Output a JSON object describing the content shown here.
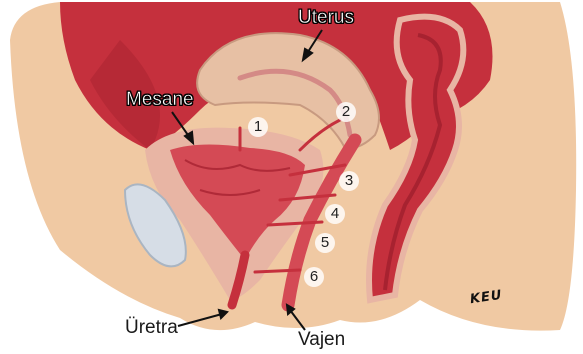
{
  "labels": {
    "uterus": "Uterus",
    "bladder": "Mesane",
    "urethra": "Üretra",
    "vagina": "Vajen"
  },
  "numbers": [
    "1",
    "2",
    "3",
    "4",
    "5",
    "6"
  ],
  "signature": "KEU",
  "colors": {
    "skin": "#f0c9a3",
    "muscle": "#c5303d",
    "organ": "#d44a55",
    "uterus": "#e7c0a4",
    "fat": "#e8b5a4"
  }
}
